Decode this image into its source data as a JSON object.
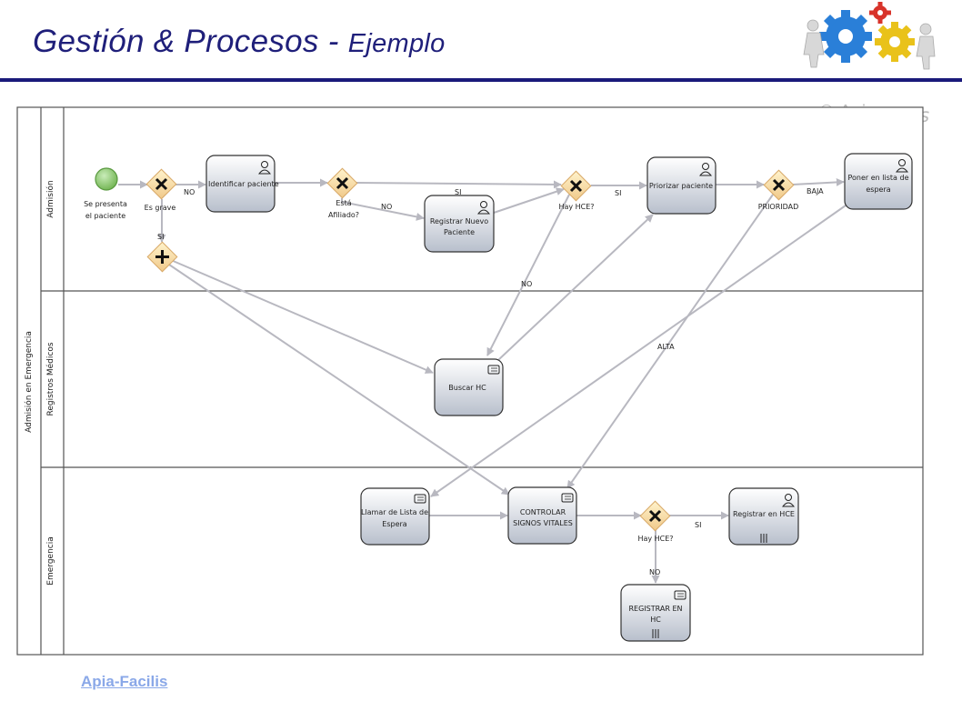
{
  "header": {
    "title_main": "Gestión & Procesos -",
    "title_sub": "Ejemplo",
    "logo_icon": "gears-people-icon"
  },
  "watermark": {
    "prefix": "© Apia",
    "suffix": "facilis"
  },
  "pool": {
    "label": "Admisión en Emergencia"
  },
  "lanes": [
    {
      "label": "Admisión"
    },
    {
      "label": "Registros Médicos"
    },
    {
      "label": "Emergencia"
    }
  ],
  "events": {
    "start_label_1": "Se presenta",
    "start_label_2": "el paciente"
  },
  "gateways": {
    "es_grave": "Es grave",
    "esta_afiliado_1": "Está",
    "esta_afiliado_2": "Afiliado?",
    "hay_hce_admision": "Hay HCE?",
    "prioridad": "PRIORIDAD",
    "hay_hce_emergencia": "Hay HCE?"
  },
  "tasks": {
    "identificar": "Identificar paciente",
    "registrar_nuevo_1": "Registrar Nuevo",
    "registrar_nuevo_2": "Paciente",
    "priorizar": "Priorizar paciente",
    "poner_lista_1": "Poner en lista de",
    "poner_lista_2": "espera",
    "buscar_hc": "Buscar HC",
    "llamar_lista_1": "Llamar de Lista de",
    "llamar_lista_2": "Espera",
    "controlar_1": "CONTROLAR",
    "controlar_2": "SIGNOS VITALES",
    "registrar_hce": "Registrar en HCE",
    "registrar_hc_1": "REGISTRAR EN",
    "registrar_hc_2": "HC"
  },
  "flow_labels": {
    "no_grave": "NO",
    "si_grave": "SI",
    "no_afiliado": "NO",
    "si_afiliado": "SI",
    "si_hce": "SI",
    "no_hce": "NO",
    "baja": "BAJA",
    "alta": "ALTA",
    "si_hce_em": "SI",
    "no_hce_em": "NO"
  },
  "footer": {
    "link": "Apia-Facilis"
  }
}
